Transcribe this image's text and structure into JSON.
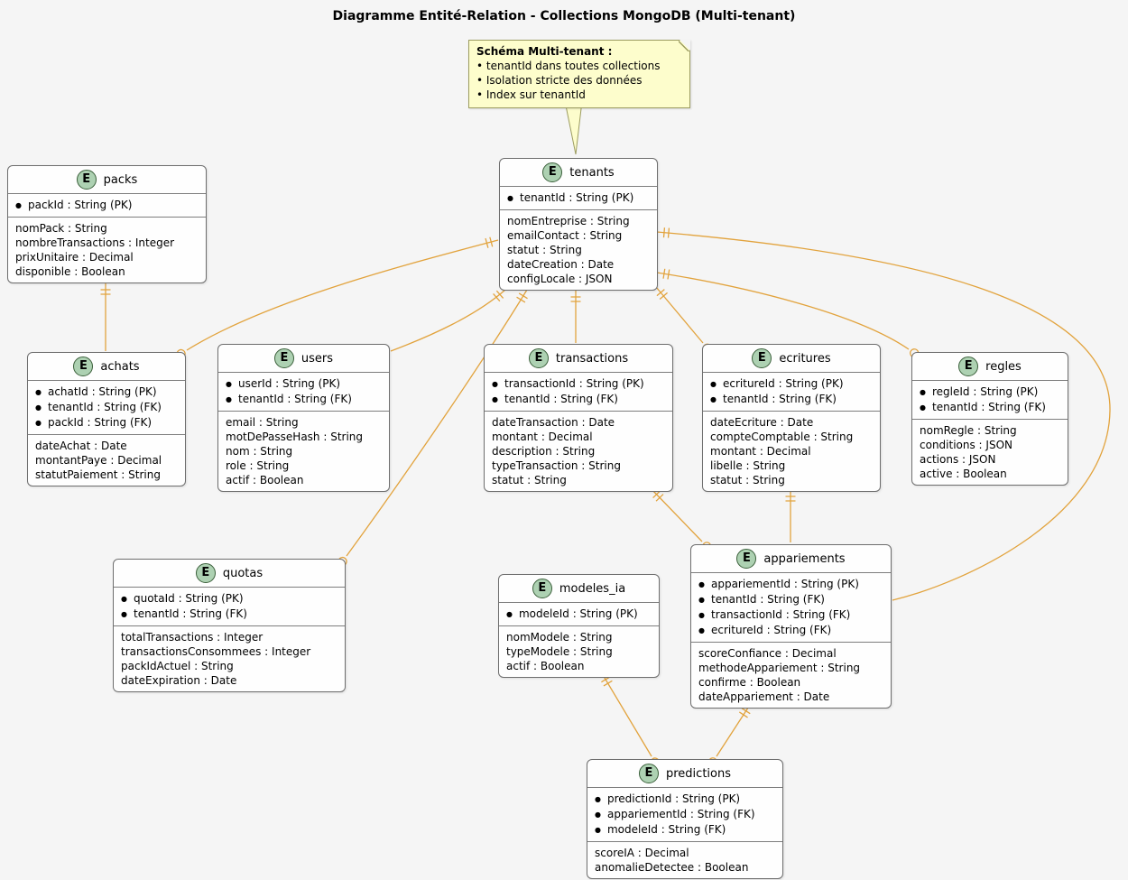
{
  "title": "Diagramme Entité-Relation - Collections MongoDB (Multi-tenant)",
  "note": {
    "title": "Schéma Multi-tenant :",
    "bullets": [
      "• tenantId dans toutes collections",
      "• Isolation stricte des données",
      "• Index sur tenantId"
    ]
  },
  "colors": {
    "background": "#f5f5f5",
    "edge_orange": "#e2a33d",
    "entity_badge_green": "#add1b2",
    "note_yellow": "#fdfdcc"
  },
  "entities": {
    "packs": {
      "stereotype": "E",
      "name": "packs",
      "keys": [
        "packId : String (PK)"
      ],
      "attributes": [
        "nomPack : String",
        "nombreTransactions : Integer",
        "prixUnitaire : Decimal",
        "disponible : Boolean"
      ]
    },
    "tenants": {
      "stereotype": "E",
      "name": "tenants",
      "keys": [
        "tenantId : String (PK)"
      ],
      "attributes": [
        "nomEntreprise : String",
        "emailContact : String",
        "statut : String",
        "dateCreation : Date",
        "configLocale : JSON"
      ]
    },
    "achats": {
      "stereotype": "E",
      "name": "achats",
      "keys": [
        "achatId : String (PK)",
        "tenantId : String (FK)",
        "packId : String (FK)"
      ],
      "attributes": [
        "dateAchat : Date",
        "montantPaye : Decimal",
        "statutPaiement : String"
      ]
    },
    "users": {
      "stereotype": "E",
      "name": "users",
      "keys": [
        "userId : String (PK)",
        "tenantId : String (FK)"
      ],
      "attributes": [
        "email : String",
        "motDePasseHash : String",
        "nom : String",
        "role : String",
        "actif : Boolean"
      ]
    },
    "transactions": {
      "stereotype": "E",
      "name": "transactions",
      "keys": [
        "transactionId : String (PK)",
        "tenantId : String (FK)"
      ],
      "attributes": [
        "dateTransaction : Date",
        "montant : Decimal",
        "description : String",
        "typeTransaction : String",
        "statut : String"
      ]
    },
    "ecritures": {
      "stereotype": "E",
      "name": "ecritures",
      "keys": [
        "ecritureId : String (PK)",
        "tenantId : String (FK)"
      ],
      "attributes": [
        "dateEcriture : Date",
        "compteComptable : String",
        "montant : Decimal",
        "libelle : String",
        "statut : String"
      ]
    },
    "regles": {
      "stereotype": "E",
      "name": "regles",
      "keys": [
        "regleId : String (PK)",
        "tenantId : String (FK)"
      ],
      "attributes": [
        "nomRegle : String",
        "conditions : JSON",
        "actions : JSON",
        "active : Boolean"
      ]
    },
    "quotas": {
      "stereotype": "E",
      "name": "quotas",
      "keys": [
        "quotaId : String (PK)",
        "tenantId : String (FK)"
      ],
      "attributes": [
        "totalTransactions : Integer",
        "transactionsConsommees : Integer",
        "packIdActuel : String",
        "dateExpiration : Date"
      ]
    },
    "modeles_ia": {
      "stereotype": "E",
      "name": "modeles_ia",
      "keys": [
        "modeleId : String (PK)"
      ],
      "attributes": [
        "nomModele : String",
        "typeModele : String",
        "actif : Boolean"
      ]
    },
    "appariements": {
      "stereotype": "E",
      "name": "appariements",
      "keys": [
        "appariementId : String (PK)",
        "tenantId : String (FK)",
        "transactionId : String (FK)",
        "ecritureId : String (FK)"
      ],
      "attributes": [
        "scoreConfiance : Decimal",
        "methodeAppariement : String",
        "confirme : Boolean",
        "dateAppariement : Date"
      ]
    },
    "predictions": {
      "stereotype": "E",
      "name": "predictions",
      "keys": [
        "predictionId : String (PK)",
        "appariementId : String (FK)",
        "modeleId : String (FK)"
      ],
      "attributes": [
        "scoreIA : Decimal",
        "anomalieDetectee : Boolean"
      ]
    }
  },
  "relationships": [
    {
      "from": "packs",
      "to": "achats",
      "from_cardinality": "exactly-one",
      "to_cardinality": "zero-or-many"
    },
    {
      "from": "tenants",
      "to": "achats",
      "from_cardinality": "exactly-one",
      "to_cardinality": "zero-or-many"
    },
    {
      "from": "tenants",
      "to": "users",
      "from_cardinality": "exactly-one",
      "to_cardinality": "zero-or-many"
    },
    {
      "from": "tenants",
      "to": "transactions",
      "from_cardinality": "exactly-one",
      "to_cardinality": "zero-or-many"
    },
    {
      "from": "tenants",
      "to": "ecritures",
      "from_cardinality": "exactly-one",
      "to_cardinality": "zero-or-many"
    },
    {
      "from": "tenants",
      "to": "regles",
      "from_cardinality": "exactly-one",
      "to_cardinality": "zero-or-many"
    },
    {
      "from": "tenants",
      "to": "quotas",
      "from_cardinality": "exactly-one",
      "to_cardinality": "zero-or-many"
    },
    {
      "from": "tenants",
      "to": "appariements",
      "from_cardinality": "exactly-one",
      "to_cardinality": "zero-or-many"
    },
    {
      "from": "transactions",
      "to": "appariements",
      "from_cardinality": "exactly-one",
      "to_cardinality": "zero-or-many"
    },
    {
      "from": "ecritures",
      "to": "appariements",
      "from_cardinality": "exactly-one",
      "to_cardinality": "zero-or-many"
    },
    {
      "from": "modeles_ia",
      "to": "predictions",
      "from_cardinality": "exactly-one",
      "to_cardinality": "zero-or-many"
    },
    {
      "from": "appariements",
      "to": "predictions",
      "from_cardinality": "exactly-one",
      "to_cardinality": "zero-or-many"
    }
  ]
}
